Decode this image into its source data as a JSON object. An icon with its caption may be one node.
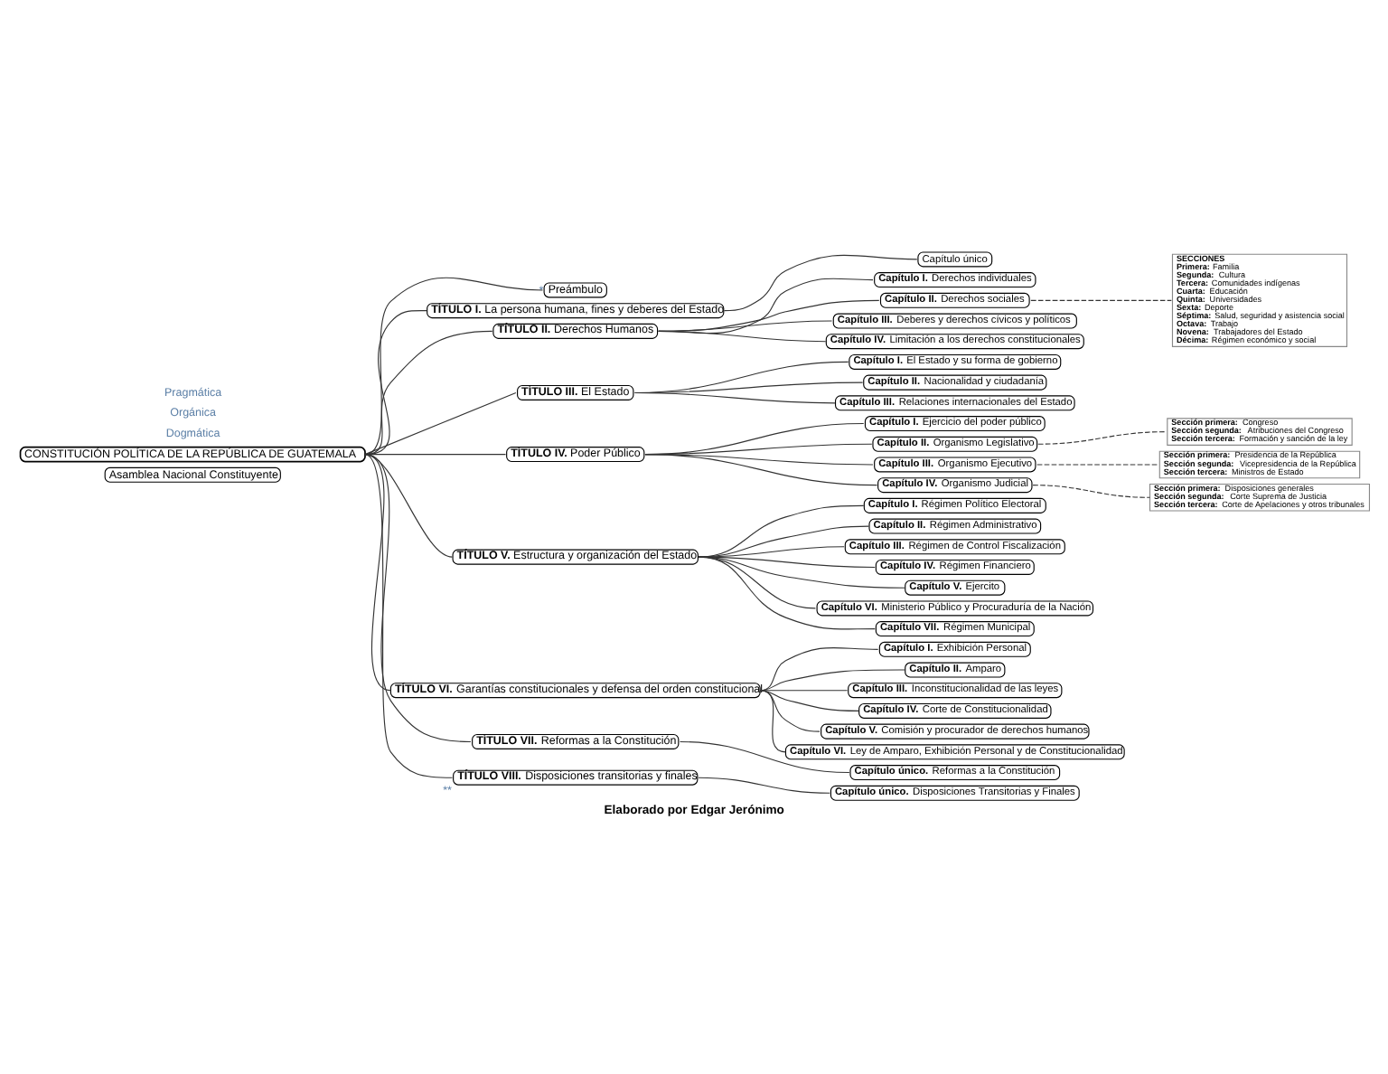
{
  "diagram": {
    "caption": "Elaborado por Edgar Jerónimo",
    "nodes": [
      {
        "text": [
          "Asamblea Nacional Constituyente"
        ]
      },
      {
        "text": [
          "CONSTITUCIÓN POLÍTICA DE LA REPÚBLICA DE GUATEMALA"
        ]
      },
      {
        "text": [
          "Preámbulo"
        ],
        "beside": [
          "*"
        ]
      },
      {
        "text": [
          "**TÍTULO I.** La persona humana, fines y deberes del Estado"
        ]
      },
      {
        "text": [
          "Capítulo único"
        ]
      },
      {
        "text": [
          "**TÍTULO II.** Derechos Humanos"
        ]
      },
      {
        "text": [
          "**Capítulo I.** Derechos individuales"
        ]
      },
      {
        "text": [
          "**Capítulo II.** Derechos sociales"
        ]
      },
      {
        "text": [
          "**SECCIONES**",
          "**Primera:** Familia",
          "**Segunda:** Cultura",
          "**Tercera:** Comunidades indígenas",
          "**Cuarta:** Educación",
          "**Quinta:** Universidades",
          "**Sexta:** Deporte",
          "**Séptima:** Salud, seguridad y asistencia social",
          "**Octava:** Trabajo",
          "**Novena:** Trabajadores del Estado",
          "**Décima:** Régimen económico y social"
        ]
      },
      {
        "text": [
          "**Capítulo III.** Deberes y derechos cívicos y políticos"
        ]
      },
      {
        "text": [
          "**Capítulo IV.** Limitación a los derechos constitucionales"
        ]
      },
      {
        "text": [
          "**TÍTULO III.** El Estado"
        ]
      },
      {
        "text": [
          "**Capítulo I.** El Estado y su forma de gobierno"
        ]
      },
      {
        "text": [
          "**Capítulo II.** Nacionalidad y ciudadanía"
        ]
      },
      {
        "text": [
          "**Capítulo III.** Relaciones internacionales del Estado"
        ]
      },
      {
        "text": [
          "**TÍTULO IV.** Poder Público"
        ]
      },
      {
        "text": [
          "**Capítulo I.** Ejercicio del poder público"
        ]
      },
      {
        "text": [
          "**Capítulo II.** Organismo Legislativo"
        ]
      },
      {
        "text": [
          "**Sección primera:** Congreso",
          "**Sección segunda:** Atribuciones del Congreso",
          "**Sección tercera:** Formación y sanción de la ley"
        ]
      },
      {
        "text": [
          "**Capítulo III.** Organismo Ejecutivo"
        ]
      },
      {
        "text": [
          "**Sección primera:** Presidencia de la República",
          "**Sección segunda:** Vicepresidencia de la República",
          "**Sección tercera:** Ministros de Estado"
        ]
      },
      {
        "text": [
          "**Capítulo IV.** Organismo Judicial"
        ]
      },
      {
        "text": [
          "**Sección primera:** Disposiciones generales",
          "**Sección segunda:** Corte Suprema de Justicia",
          "**Sección tercera:** Corte de Apelaciones y otros tribunales"
        ]
      },
      {
        "text": [
          "**TÍTULO V.** Estructura y organización del Estado"
        ]
      },
      {
        "text": [
          "**Capítulo I.** Régimen Político Electoral"
        ]
      },
      {
        "text": [
          "**Capítulo II.** Régimen Administrativo"
        ]
      },
      {
        "text": [
          "**Capítulo III.** Régimen de Control Fiscalización"
        ]
      },
      {
        "text": [
          "**Capítulo IV.** Régimen Financiero"
        ]
      },
      {
        "text": [
          "**Capítulo V.** Ejercito"
        ]
      },
      {
        "text": [
          "**Capítulo VI.** Ministerio Público y Procuraduría de la Nación"
        ]
      },
      {
        "text": [
          "**Capítulo VII.** Régimen Municipal"
        ]
      },
      {
        "text": [
          "**TÍTULO VI.** Garantías constitucionales y defensa del orden constitucional"
        ]
      },
      {
        "text": [
          "**Capítulo I.** Exhibición Personal"
        ]
      },
      {
        "text": [
          "**Capítulo II.** Amparo"
        ]
      },
      {
        "text": [
          "**Capítulo III.** Inconstitucionalidad de las leyes"
        ]
      },
      {
        "text": [
          "**Capítulo IV.** Corte de Constitucionalidad"
        ]
      },
      {
        "text": [
          "**Capítulo V.** Comisión y procurador de derechos humanos"
        ]
      },
      {
        "text": [
          "**Capítulo VI.** Ley de Amparo, Exhibición Personal y de Constitucionalidad"
        ]
      },
      {
        "text": [
          "**TÍTULO VII.** Reformas a la Constitución"
        ]
      },
      {
        "text": [
          "**Capítulo único.** Reformas a la Constitución"
        ]
      },
      {
        "text": [
          "**TÍTULO VIII.** Disposiciones transitorias y finales"
        ],
        "beside": [
          "**"
        ]
      },
      {
        "text": [
          "**Capítulo único.** Disposiciones Transitorias y Finales"
        ]
      }
    ],
    "edges": [
      {
        "from": 1,
        "to": 2,
        "arrow": "none"
      },
      {
        "from": 1,
        "to": 3,
        "arrow": "none"
      },
      {
        "from": 3,
        "to": 4,
        "arrow": "none"
      },
      {
        "from": 1,
        "to": 5,
        "arrow": "none"
      },
      {
        "from": 5,
        "to": 6,
        "arrow": "none"
      },
      {
        "from": 5,
        "to": 7,
        "arrow": "none"
      },
      {
        "from": 7,
        "to": 8,
        "arrow": "none",
        "style": "dashed"
      },
      {
        "from": 5,
        "to": 9,
        "arrow": "none"
      },
      {
        "from": 5,
        "to": 10,
        "arrow": "none"
      },
      {
        "from": 1,
        "to": 11,
        "arrow": "none"
      },
      {
        "from": 11,
        "to": 12,
        "arrow": "none"
      },
      {
        "from": 11,
        "to": 13,
        "arrow": "none"
      },
      {
        "from": 11,
        "to": 14,
        "arrow": "none"
      },
      {
        "from": 1,
        "to": 15,
        "arrow": "none"
      },
      {
        "from": 15,
        "to": 16,
        "arrow": "none"
      },
      {
        "from": 15,
        "to": 17,
        "arrow": "none"
      },
      {
        "from": 17,
        "to": 18,
        "arrow": "none",
        "style": "dashed"
      },
      {
        "from": 15,
        "to": 19,
        "arrow": "none"
      },
      {
        "from": 19,
        "to": 20,
        "arrow": "none",
        "style": "dashed"
      },
      {
        "from": 15,
        "to": 21,
        "arrow": "none"
      },
      {
        "from": 21,
        "to": 22,
        "arrow": "none",
        "style": "dashed"
      },
      {
        "from": 1,
        "to": 23,
        "arrow": "none"
      },
      {
        "from": 23,
        "to": 24,
        "arrow": "none"
      },
      {
        "from": 23,
        "to": 25,
        "arrow": "none"
      },
      {
        "from": 23,
        "to": 26,
        "arrow": "none"
      },
      {
        "from": 23,
        "to": 27,
        "arrow": "none"
      },
      {
        "from": 23,
        "to": 28,
        "arrow": "none"
      },
      {
        "from": 23,
        "to": 29,
        "arrow": "none"
      },
      {
        "from": 23,
        "to": 30,
        "arrow": "none"
      },
      {
        "from": 1,
        "to": 31,
        "arrow": "none"
      },
      {
        "from": 31,
        "to": 32,
        "arrow": "none"
      },
      {
        "from": 31,
        "to": 33,
        "arrow": "none"
      },
      {
        "from": 31,
        "to": 34,
        "arrow": "none"
      },
      {
        "from": 31,
        "to": 35,
        "arrow": "none"
      },
      {
        "from": 31,
        "to": 36,
        "arrow": "none"
      },
      {
        "from": 31,
        "to": 37,
        "arrow": "none"
      },
      {
        "from": 1,
        "to": 38,
        "arrow": "none"
      },
      {
        "from": 38,
        "to": 39,
        "arrow": "none"
      },
      {
        "from": 1,
        "to": 40,
        "arrow": "none"
      },
      {
        "from": 40,
        "to": 41,
        "arrow": "none"
      }
    ],
    "labels": [
      "Dogmática",
      "Orgánica",
      "Pragmática"
    ]
  }
}
